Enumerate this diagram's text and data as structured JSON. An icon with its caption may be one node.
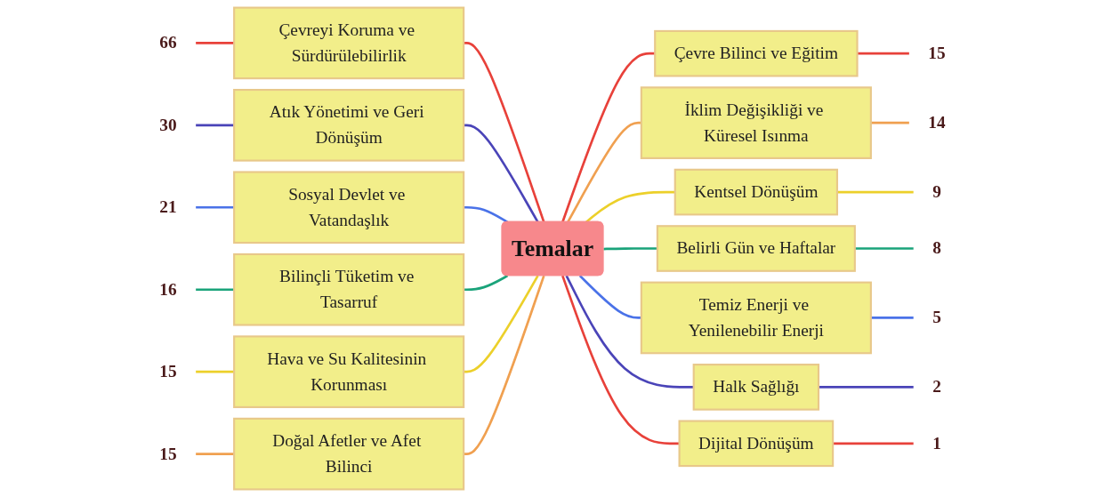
{
  "diagram": {
    "nodes": [
      {
        "text": [
          "Temalar"
        ]
      },
      {
        "text": [
          "Çevreyi Koruma ve Sürdürülebilirlik"
        ]
      },
      {
        "text": [
          "Atık Yönetimi ve Geri Dönüşüm"
        ]
      },
      {
        "text": [
          "Sosyal Devlet ve Vatandaşlık"
        ]
      },
      {
        "text": [
          "Bilinçli Tüketim ve Tasarruf"
        ]
      },
      {
        "text": [
          "Hava ve Su Kalitesinin Korunması"
        ]
      },
      {
        "text": [
          "Doğal Afetler ve Afet Bilinci"
        ]
      },
      {
        "text": [
          "Çevre Bilinci ve Eğitim"
        ]
      },
      {
        "text": [
          "İklim Değişikliği ve Küresel Isınma"
        ]
      },
      {
        "text": [
          "Kentsel Dönüşüm"
        ]
      },
      {
        "text": [
          "Belirli Gün ve Haftalar"
        ]
      },
      {
        "text": [
          "Temiz Enerji ve Yenilenebilir Enerji"
        ]
      },
      {
        "text": [
          "Halk Sağlığı"
        ]
      },
      {
        "text": [
          "Dijital Dönüşüm"
        ]
      },
      {
        "text": [
          "66"
        ]
      },
      {
        "text": [
          "30"
        ]
      },
      {
        "text": [
          "21"
        ]
      },
      {
        "text": [
          "16"
        ]
      },
      {
        "text": [
          "15"
        ]
      },
      {
        "text": [
          "15"
        ]
      },
      {
        "text": [
          "15"
        ]
      },
      {
        "text": [
          "14"
        ]
      },
      {
        "text": [
          "9"
        ]
      },
      {
        "text": [
          "8"
        ]
      },
      {
        "text": [
          "5"
        ]
      },
      {
        "text": [
          "2"
        ]
      },
      {
        "text": [
          "1"
        ]
      }
    ],
    "edges": [
      {
        "from": 14,
        "to": 1,
        "arrow": "none",
        "color": "#e8413a"
      },
      {
        "from": 1,
        "to": 0,
        "arrow": "none",
        "color": "#e8413a"
      },
      {
        "from": 15,
        "to": 2,
        "arrow": "none",
        "color": "#4a44b8"
      },
      {
        "from": 2,
        "to": 0,
        "arrow": "none",
        "color": "#4a44b8"
      },
      {
        "from": 16,
        "to": 3,
        "arrow": "none",
        "color": "#4a72e8"
      },
      {
        "from": 3,
        "to": 0,
        "arrow": "none",
        "color": "#4a72e8"
      },
      {
        "from": 17,
        "to": 4,
        "arrow": "none",
        "color": "#1aa37a"
      },
      {
        "from": 4,
        "to": 0,
        "arrow": "none",
        "color": "#1aa37a"
      },
      {
        "from": 18,
        "to": 5,
        "arrow": "none",
        "color": "#ecd02a"
      },
      {
        "from": 5,
        "to": 0,
        "arrow": "none",
        "color": "#ecd02a"
      },
      {
        "from": 19,
        "to": 6,
        "arrow": "none",
        "color": "#f0a050"
      },
      {
        "from": 6,
        "to": 0,
        "arrow": "none",
        "color": "#f0a050"
      },
      {
        "from": 0,
        "to": 7,
        "arrow": "none",
        "color": "#e8413a"
      },
      {
        "from": 7,
        "to": 20,
        "arrow": "none",
        "color": "#e8413a"
      },
      {
        "from": 0,
        "to": 8,
        "arrow": "none",
        "color": "#f0a050"
      },
      {
        "from": 8,
        "to": 21,
        "arrow": "none",
        "color": "#f0a050"
      },
      {
        "from": 0,
        "to": 9,
        "arrow": "none",
        "color": "#ecd02a"
      },
      {
        "from": 9,
        "to": 22,
        "arrow": "none",
        "color": "#ecd02a"
      },
      {
        "from": 0,
        "to": 10,
        "arrow": "none",
        "color": "#1aa37a"
      },
      {
        "from": 10,
        "to": 23,
        "arrow": "none",
        "color": "#1aa37a"
      },
      {
        "from": 0,
        "to": 11,
        "arrow": "none",
        "color": "#4a72e8"
      },
      {
        "from": 11,
        "to": 24,
        "arrow": "none",
        "color": "#4a72e8"
      },
      {
        "from": 0,
        "to": 12,
        "arrow": "none",
        "color": "#4a44b8"
      },
      {
        "from": 12,
        "to": 25,
        "arrow": "none",
        "color": "#4a44b8"
      },
      {
        "from": 0,
        "to": 13,
        "arrow": "none",
        "color": "#e8413a"
      },
      {
        "from": 13,
        "to": 26,
        "arrow": "none",
        "color": "#e8413a"
      }
    ]
  }
}
